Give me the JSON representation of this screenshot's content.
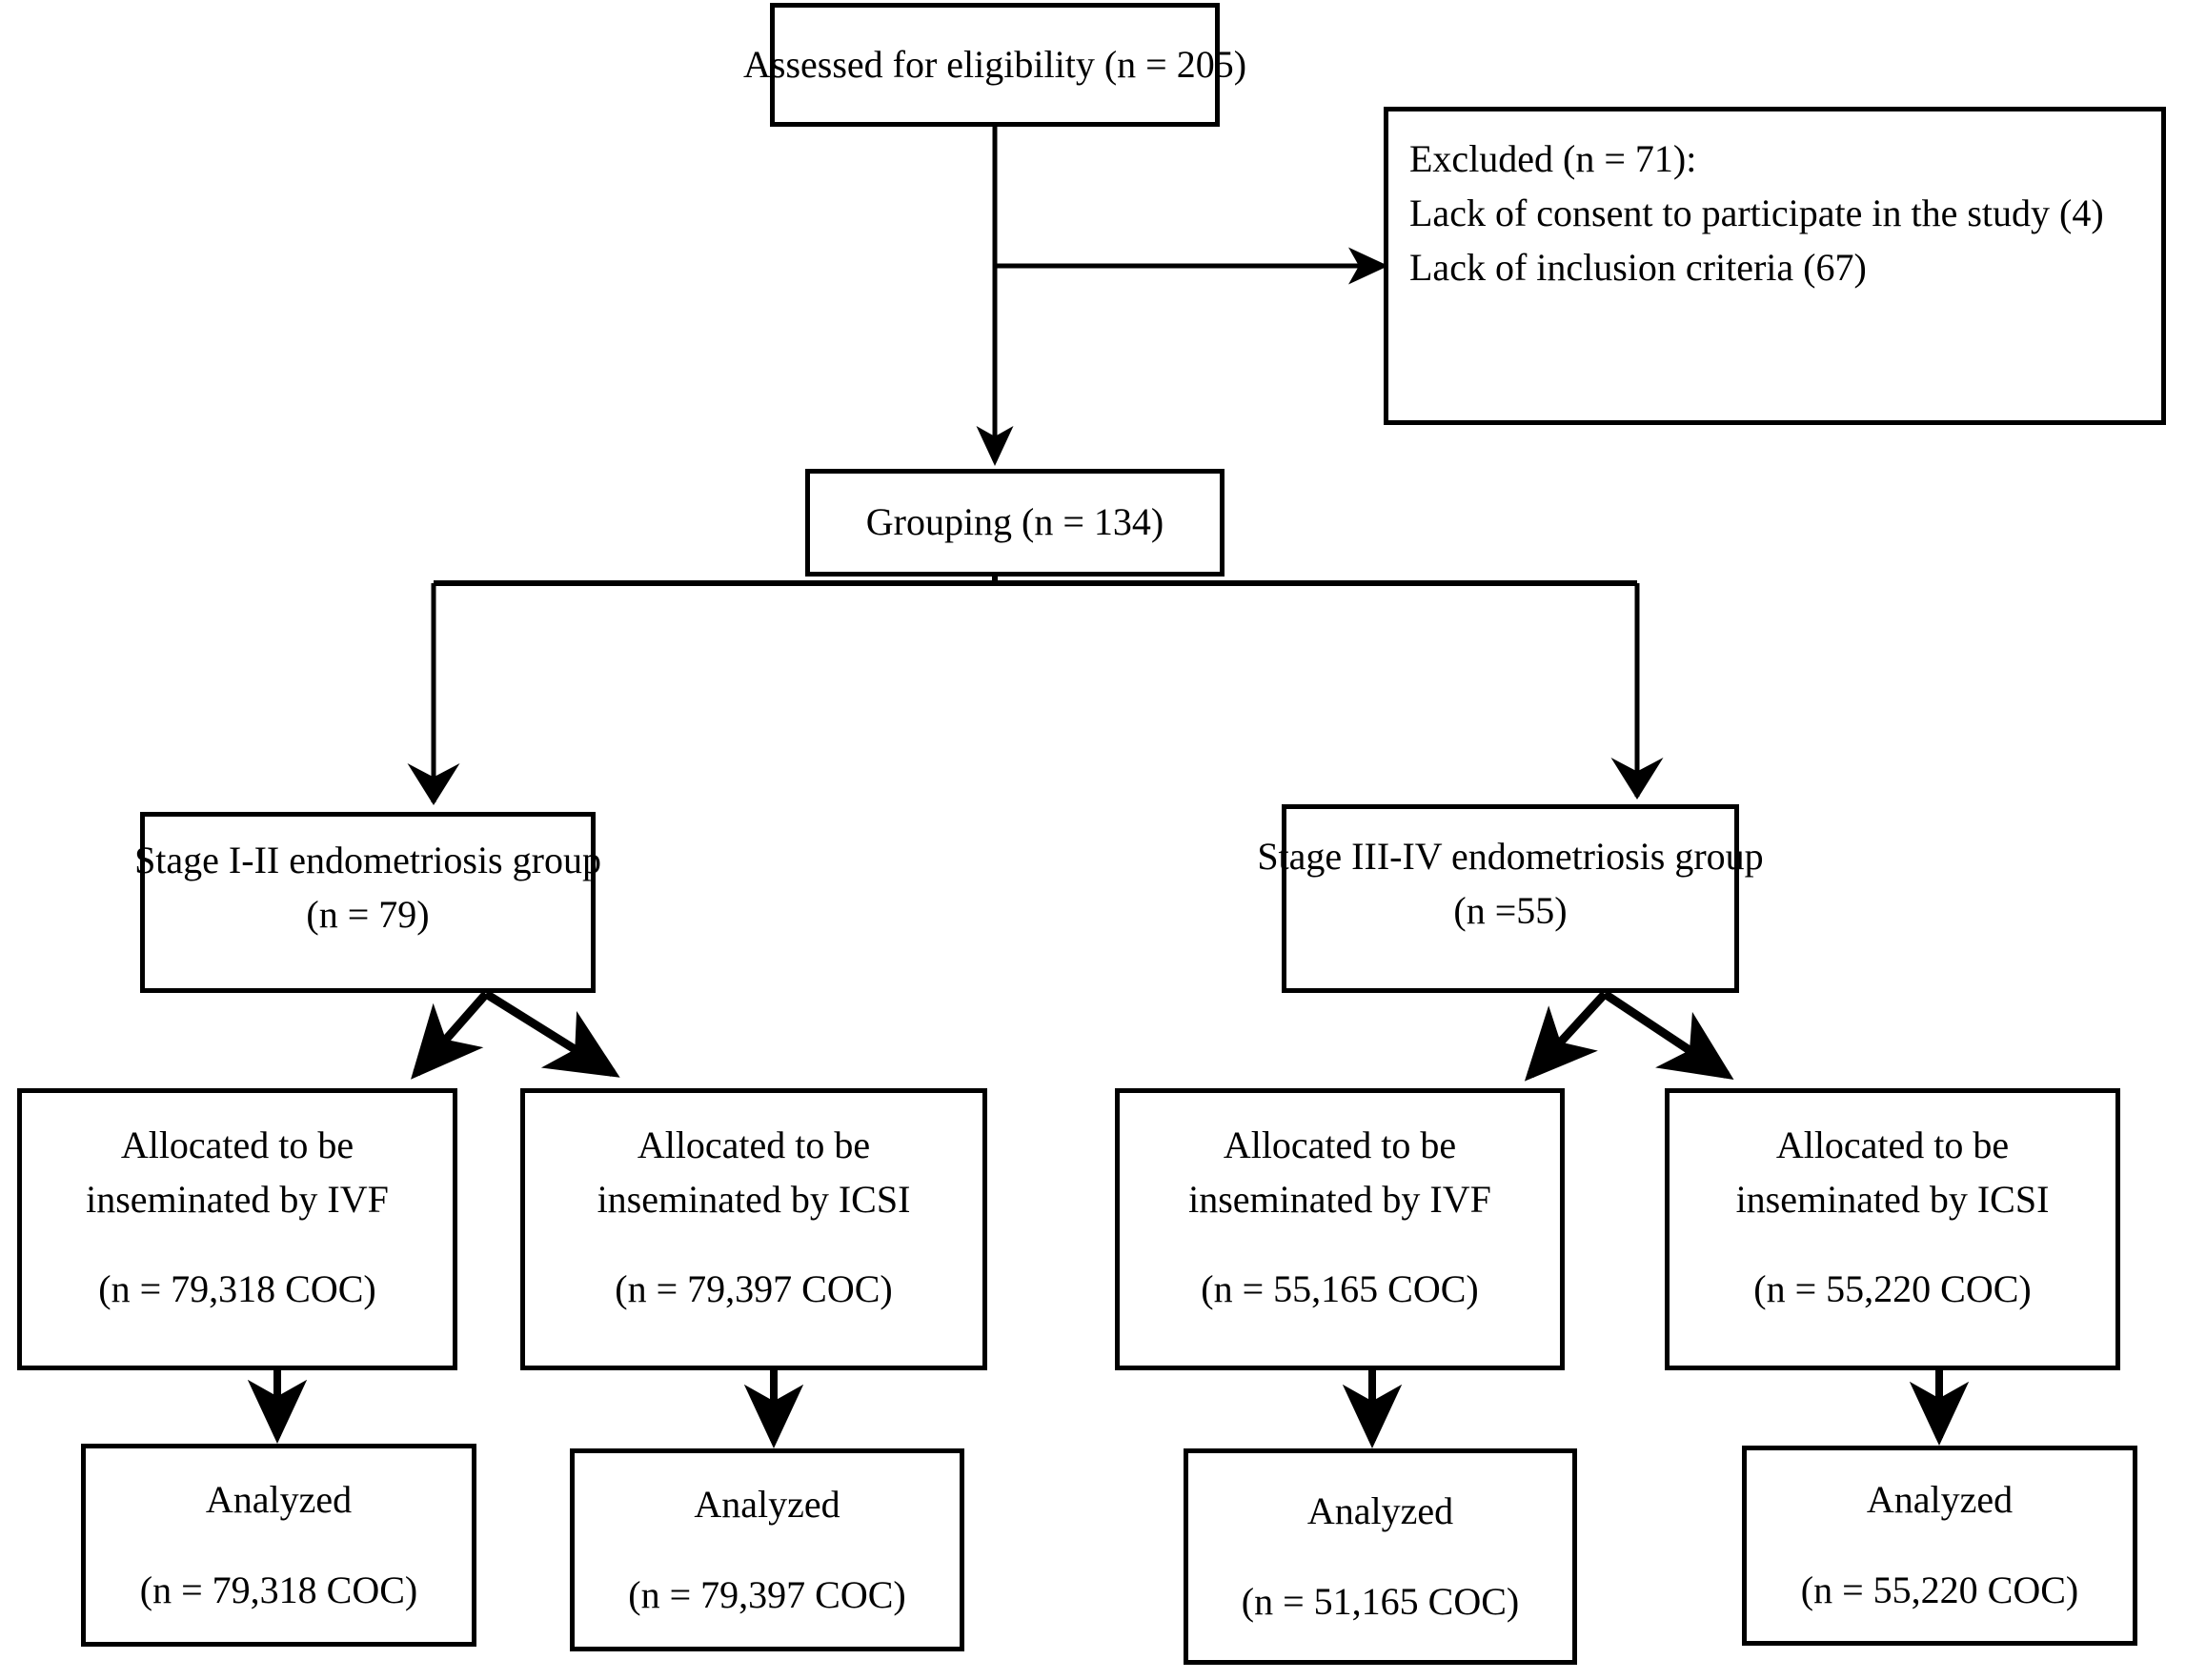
{
  "diagram": {
    "type": "flowchart",
    "title": "CONSORT-style participant flow diagram",
    "style": {
      "stroke_color": "#000000",
      "fill_color": "#ffffff",
      "text_color": "#000000"
    },
    "nodes": {
      "assessed": {
        "label": "Assessed for eligibility (n = 205)"
      },
      "excluded": {
        "line1": "Excluded (n = 71):",
        "line2": " Lack of consent to participate in the study (4)",
        "line3": "Lack of inclusion criteria (67)"
      },
      "grouping": {
        "label": "Grouping (n = 134)"
      },
      "stage_i_ii": {
        "line1": "Stage I-II endometriosis group",
        "line2": "(n = 79)"
      },
      "stage_iii_iv": {
        "line1": "Stage III-IV endometriosis group",
        "line2": "(n =55)"
      },
      "alloc_ivf_left": {
        "line1": "Allocated to be",
        "line2": "inseminated by IVF",
        "line3": "(n = 79,318 COC)"
      },
      "alloc_icsi_left": {
        "line1": "Allocated to be",
        "line2": "inseminated by ICSI",
        "line3": "(n = 79,397 COC)"
      },
      "alloc_ivf_right": {
        "line1": "Allocated to be",
        "line2": "inseminated by IVF",
        "line3": "(n = 55,165 COC)"
      },
      "alloc_icsi_right": {
        "line1": "Allocated to be",
        "line2": "inseminated by ICSI",
        "line3": "(n = 55,220 COC)"
      },
      "analyzed_ivf_left": {
        "line1": "Analyzed",
        "line2": "(n = 79,318 COC)"
      },
      "analyzed_icsi_left": {
        "line1": "Analyzed",
        "line2": "(n = 79,397 COC)"
      },
      "analyzed_ivf_right": {
        "line1": "Analyzed",
        "line2": "(n = 51,165 COC)"
      },
      "analyzed_icsi_right": {
        "line1": "Analyzed",
        "line2": "(n = 55,220 COC)"
      }
    }
  }
}
